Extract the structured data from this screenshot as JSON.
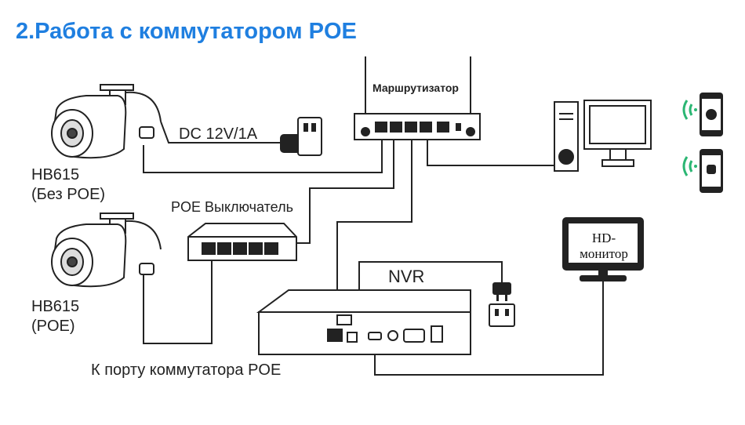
{
  "title": "2.Работа с коммутатором POE",
  "labels": {
    "router": "Маршрутизатор",
    "power": "DC 12V/1A",
    "camera1_model": "HB615",
    "camera1_note": "(Без POE)",
    "poe_switch": "POE Выключатель",
    "camera2_model": "HB615",
    "camera2_note": "(POE)",
    "nvr": "NVR",
    "monitor": "HD-монитор",
    "bottom_note": "К порту коммутатора POE"
  },
  "colors": {
    "title": "#1f7fe0",
    "wifi": "#2bb673",
    "line": "#222222"
  },
  "icons": {
    "phone1": "apple-phone-icon",
    "phone2": "android-phone-icon",
    "outlet": "wall-outlet-icon",
    "plug": "power-plug-icon"
  }
}
